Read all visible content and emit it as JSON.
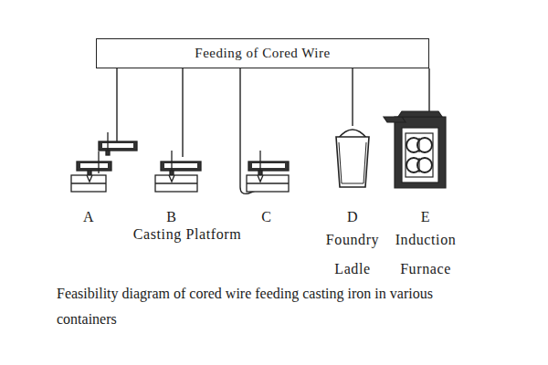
{
  "diagram": {
    "caption": "Feasibility diagram of cored wire feeding casting iron in various containers",
    "nodes": [
      {
        "text": [
          "Feeding of Cored Wire"
        ]
      }
    ],
    "labels": [
      "A",
      "B",
      "C",
      "D",
      "E",
      "Casting Platform",
      "Foundry Ladle",
      "Induction Furnace"
    ]
  }
}
